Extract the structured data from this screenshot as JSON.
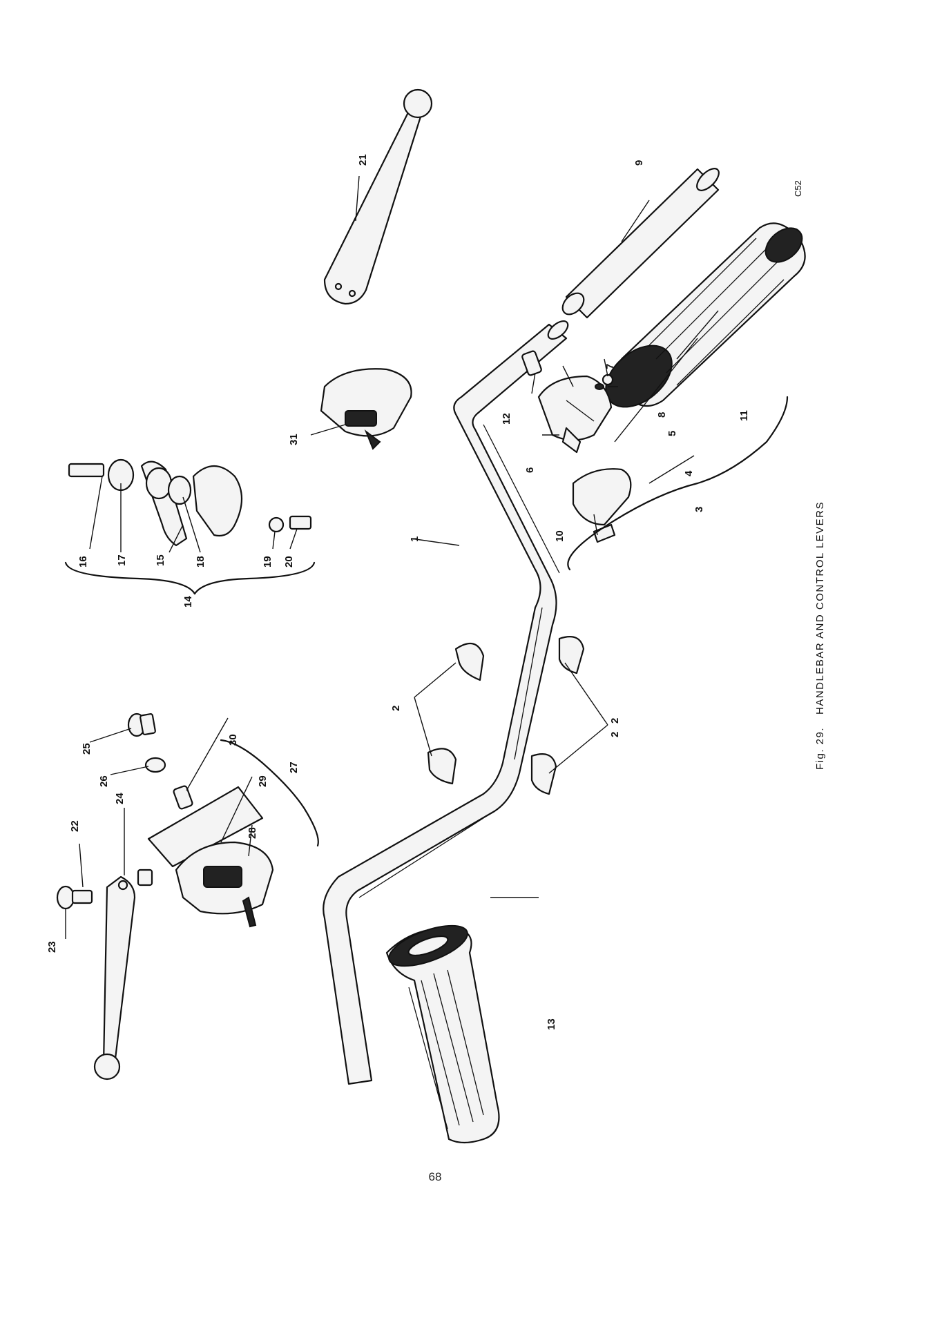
{
  "figure": {
    "caption_prefix": "Fig. 29.",
    "caption_title": "HANDLEBAR AND CONTROL LEVERS",
    "code": "C52"
  },
  "page_number": "68",
  "labels": [
    "1",
    "2",
    "2",
    "2",
    "3",
    "4",
    "5",
    "6",
    "7",
    "8",
    "9",
    "10",
    "11",
    "12",
    "13",
    "14",
    "15",
    "16",
    "17",
    "18",
    "19",
    "20",
    "21",
    "22",
    "23",
    "24",
    "25",
    "26",
    "27",
    "28",
    "29",
    "30",
    "31"
  ]
}
